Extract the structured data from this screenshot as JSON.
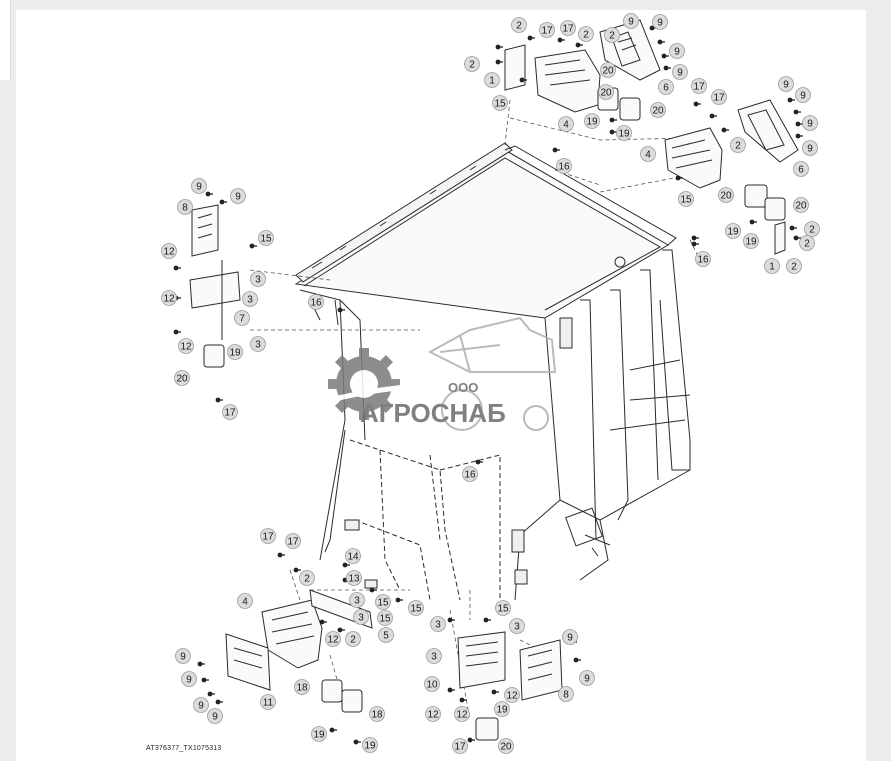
{
  "watermark": {
    "prefix": "ООО",
    "name": "АГРОСНАБ"
  },
  "caption": "AT376377_TX1075313",
  "callouts": [
    "1",
    "2",
    "3",
    "4",
    "5",
    "6",
    "7",
    "8",
    "9",
    "10",
    "11",
    "12",
    "13",
    "14",
    "15",
    "16",
    "17",
    "18",
    "19",
    "20"
  ],
  "colors": {
    "line": "#2b2b2b",
    "callout_fill": "#dcdcdc",
    "watermark": "#6a6a6a"
  }
}
